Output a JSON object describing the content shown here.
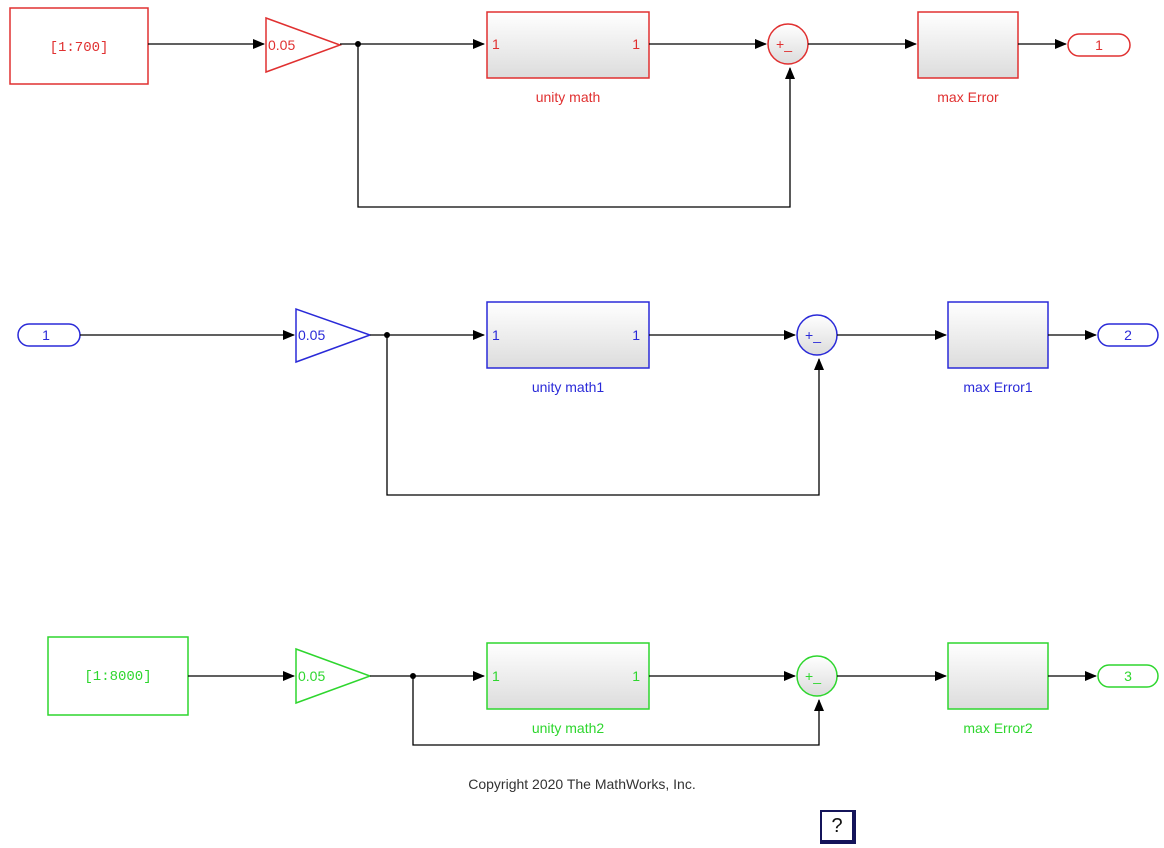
{
  "colors": {
    "red": "#e03030",
    "blue": "#2a2ad8",
    "green": "#2ed62e",
    "line": "#000000"
  },
  "rows": [
    {
      "id": "r1",
      "color": "red",
      "source": "[1:700]",
      "source_kind": "constant",
      "gain": "0.05",
      "subsystem": "unity math",
      "sub_in": "1",
      "sub_out": "1",
      "sum_signs": "+_",
      "max_block": "max Error",
      "out_port": "1"
    },
    {
      "id": "r2",
      "color": "blue",
      "source": "1",
      "source_kind": "inport",
      "gain": "0.05",
      "subsystem": "unity math1",
      "sub_in": "1",
      "sub_out": "1",
      "sum_signs": "+_",
      "max_block": "max Error1",
      "out_port": "2"
    },
    {
      "id": "r3",
      "color": "green",
      "source": "[1:8000]",
      "source_kind": "constant",
      "gain": "0.05",
      "subsystem": "unity math2",
      "sub_in": "1",
      "sub_out": "1",
      "sum_signs": "+_",
      "max_block": "max Error2",
      "out_port": "3"
    }
  ],
  "copyright": "Copyright 2020 The MathWorks, Inc.",
  "help_label": "?"
}
